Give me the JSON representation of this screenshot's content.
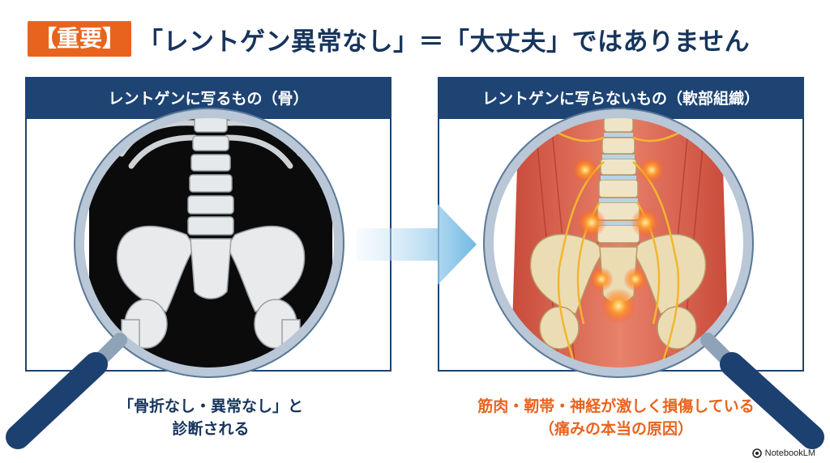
{
  "header": {
    "badge": "【重要】",
    "title": "「レントゲン異常なし」＝「大丈夫」ではありません"
  },
  "left_panel": {
    "heading": "レントゲンに写るもの（骨）",
    "caption_line1": "「骨折なし・異常なし」と",
    "caption_line2": "診断される"
  },
  "right_panel": {
    "heading": "レントゲンに写らないもの（軟部組織）",
    "caption_line1": "筋肉・靭帯・神経が激しく損傷している",
    "caption_line2": "（痛みの本当の原因）"
  },
  "watermark": "NotebookLM",
  "colors": {
    "accent_orange": "#e8641e",
    "navy": "#1d4473",
    "title_navy": "#16345c"
  }
}
